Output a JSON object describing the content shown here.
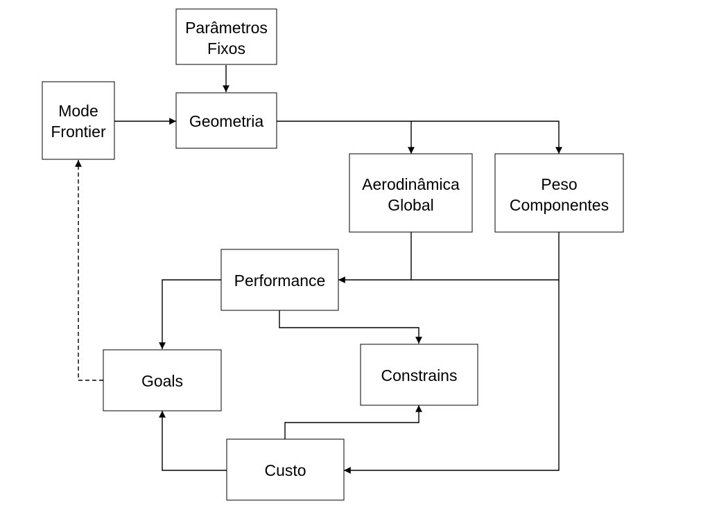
{
  "diagram": {
    "nodes": {
      "parametros_fixos": {
        "lines": [
          "Parâmetros",
          "Fixos"
        ]
      },
      "mode_frontier": {
        "lines": [
          "Mode",
          "Frontier"
        ]
      },
      "geometria": {
        "lines": [
          "Geometria"
        ]
      },
      "aerodinamica": {
        "lines": [
          "Aerodinâmica",
          "Global"
        ]
      },
      "peso": {
        "lines": [
          "Peso",
          "Componentes"
        ]
      },
      "performance": {
        "lines": [
          "Performance"
        ]
      },
      "goals": {
        "lines": [
          "Goals"
        ]
      },
      "constrains": {
        "lines": [
          "Constrains"
        ]
      },
      "custo": {
        "lines": [
          "Custo"
        ]
      }
    },
    "edges": [
      {
        "from": "parametros_fixos",
        "to": "geometria",
        "style": "solid"
      },
      {
        "from": "mode_frontier",
        "to": "geometria",
        "style": "solid"
      },
      {
        "from": "geometria",
        "to": "aerodinamica",
        "style": "solid"
      },
      {
        "from": "geometria",
        "to": "peso",
        "style": "solid"
      },
      {
        "from": "aerodinamica",
        "to": "performance",
        "style": "solid"
      },
      {
        "from": "peso",
        "to": "performance",
        "style": "solid"
      },
      {
        "from": "peso",
        "to": "custo",
        "style": "solid"
      },
      {
        "from": "performance",
        "to": "goals",
        "style": "solid"
      },
      {
        "from": "performance",
        "to": "constrains",
        "style": "solid"
      },
      {
        "from": "custo",
        "to": "goals",
        "style": "solid"
      },
      {
        "from": "custo",
        "to": "constrains",
        "style": "solid"
      },
      {
        "from": "goals",
        "to": "mode_frontier",
        "style": "dashed"
      }
    ]
  }
}
